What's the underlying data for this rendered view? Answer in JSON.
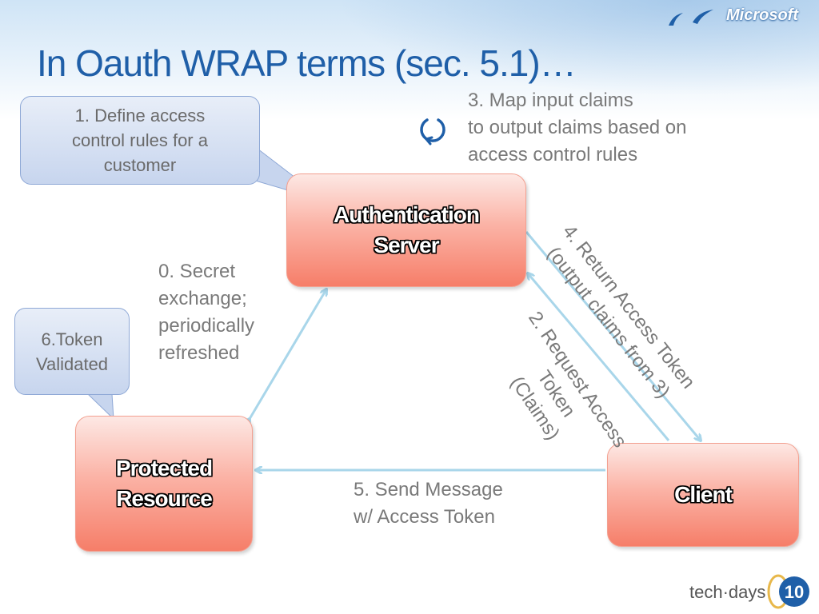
{
  "slide": {
    "title": "In Oauth WRAP terms (sec. 5.1)…",
    "brand": "Microsoft",
    "event_logo_text": "tech·days",
    "event_logo_number": "10"
  },
  "nodes": {
    "auth_server": {
      "line1": "Authentication",
      "line2": "Server"
    },
    "protected_resource": {
      "line1": "Protected",
      "line2": "Resource"
    },
    "client": {
      "line1": "Client"
    }
  },
  "callouts": {
    "define_rules": {
      "line1": "1. Define access",
      "line2": "control rules for a",
      "line3": "customer"
    },
    "token_validated": {
      "line1": "6.Token",
      "line2": "Validated"
    }
  },
  "labels": {
    "secret_exchange": {
      "line1": "0. Secret",
      "line2": "exchange;",
      "line3": "periodically",
      "line4": "refreshed"
    },
    "map_claims": {
      "line1": "3. Map input claims",
      "line2": "to output claims based on",
      "line3": "access control rules"
    },
    "request_token": {
      "line1": "2. Request Access",
      "line2": "Token",
      "line3": "(Claims)"
    },
    "return_token": {
      "line1": "4. Return Access Token",
      "line2": "(output   claims from 3)"
    },
    "send_message": {
      "line1": "5. Send Message",
      "line2": "w/ Access Token"
    }
  },
  "colors": {
    "title": "#1f5fa8",
    "arrow": "#a9d6ea",
    "node_fill": "#f8a494",
    "callout_fill": "#cfdaf0",
    "label_text": "#7a7a7a"
  },
  "icons": {
    "refresh": "refresh-icon"
  }
}
